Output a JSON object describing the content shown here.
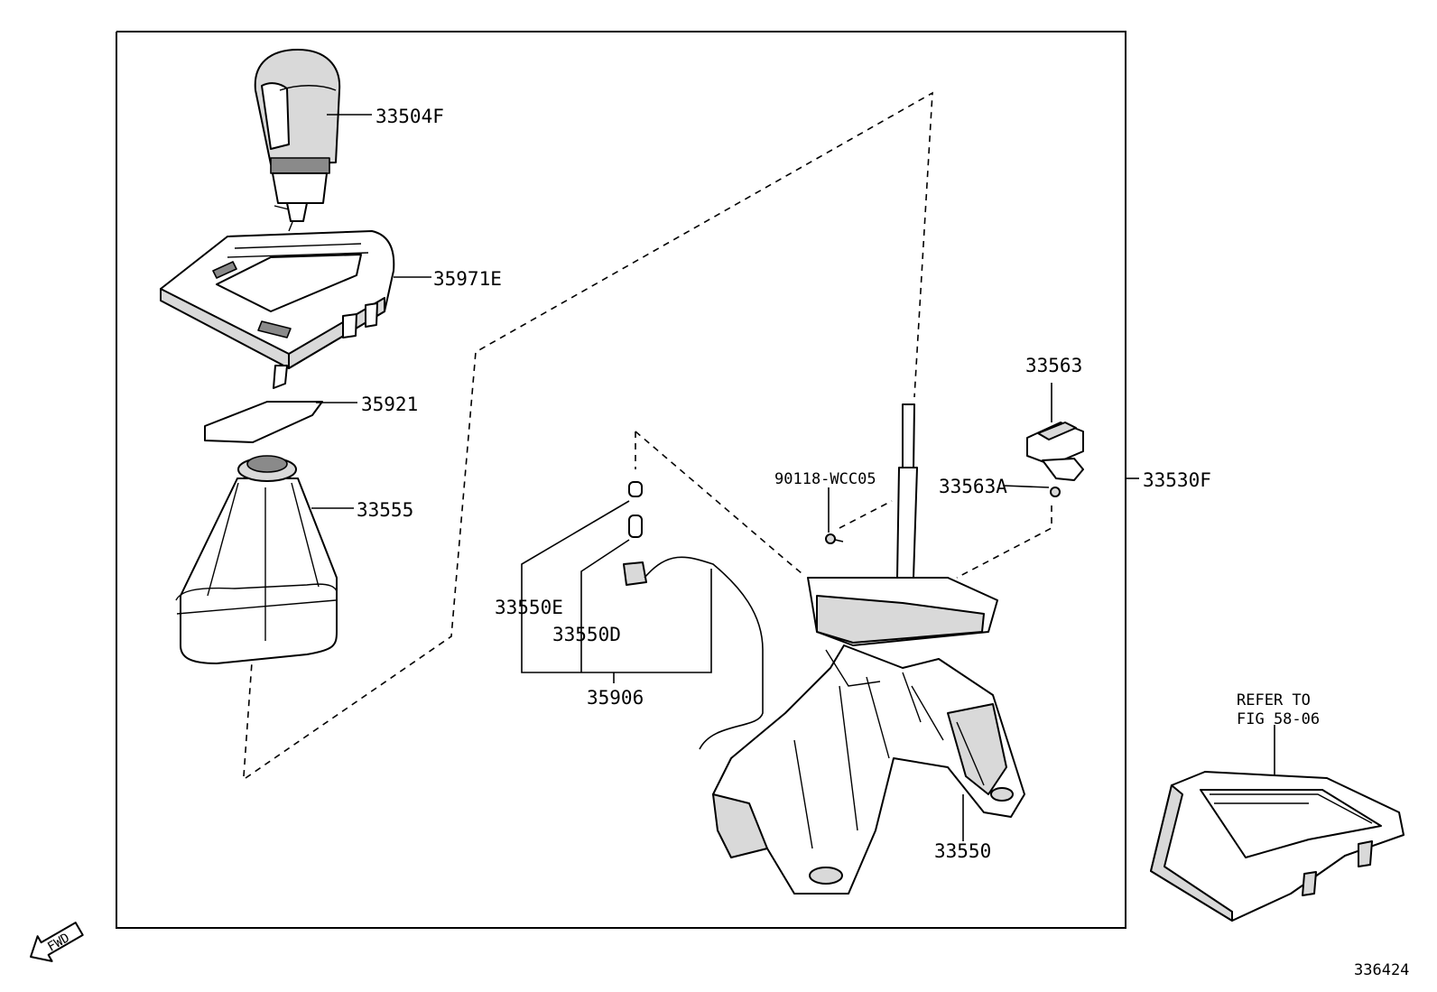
{
  "callouts": {
    "c33504F": "33504F",
    "c35971E": "35971E",
    "c35921": "35921",
    "c33555": "33555",
    "c33563": "33563",
    "c90118": "90118-WCC05",
    "c33563A": "33563A",
    "c33530F": "33530F",
    "c33550E": "33550E",
    "c33550D": "33550D",
    "c35906": "35906",
    "c33550": "33550"
  },
  "refer": {
    "line1": "REFER TO",
    "line2": "FIG 58-06"
  },
  "fwd": "FWD",
  "figure_number": "336424"
}
